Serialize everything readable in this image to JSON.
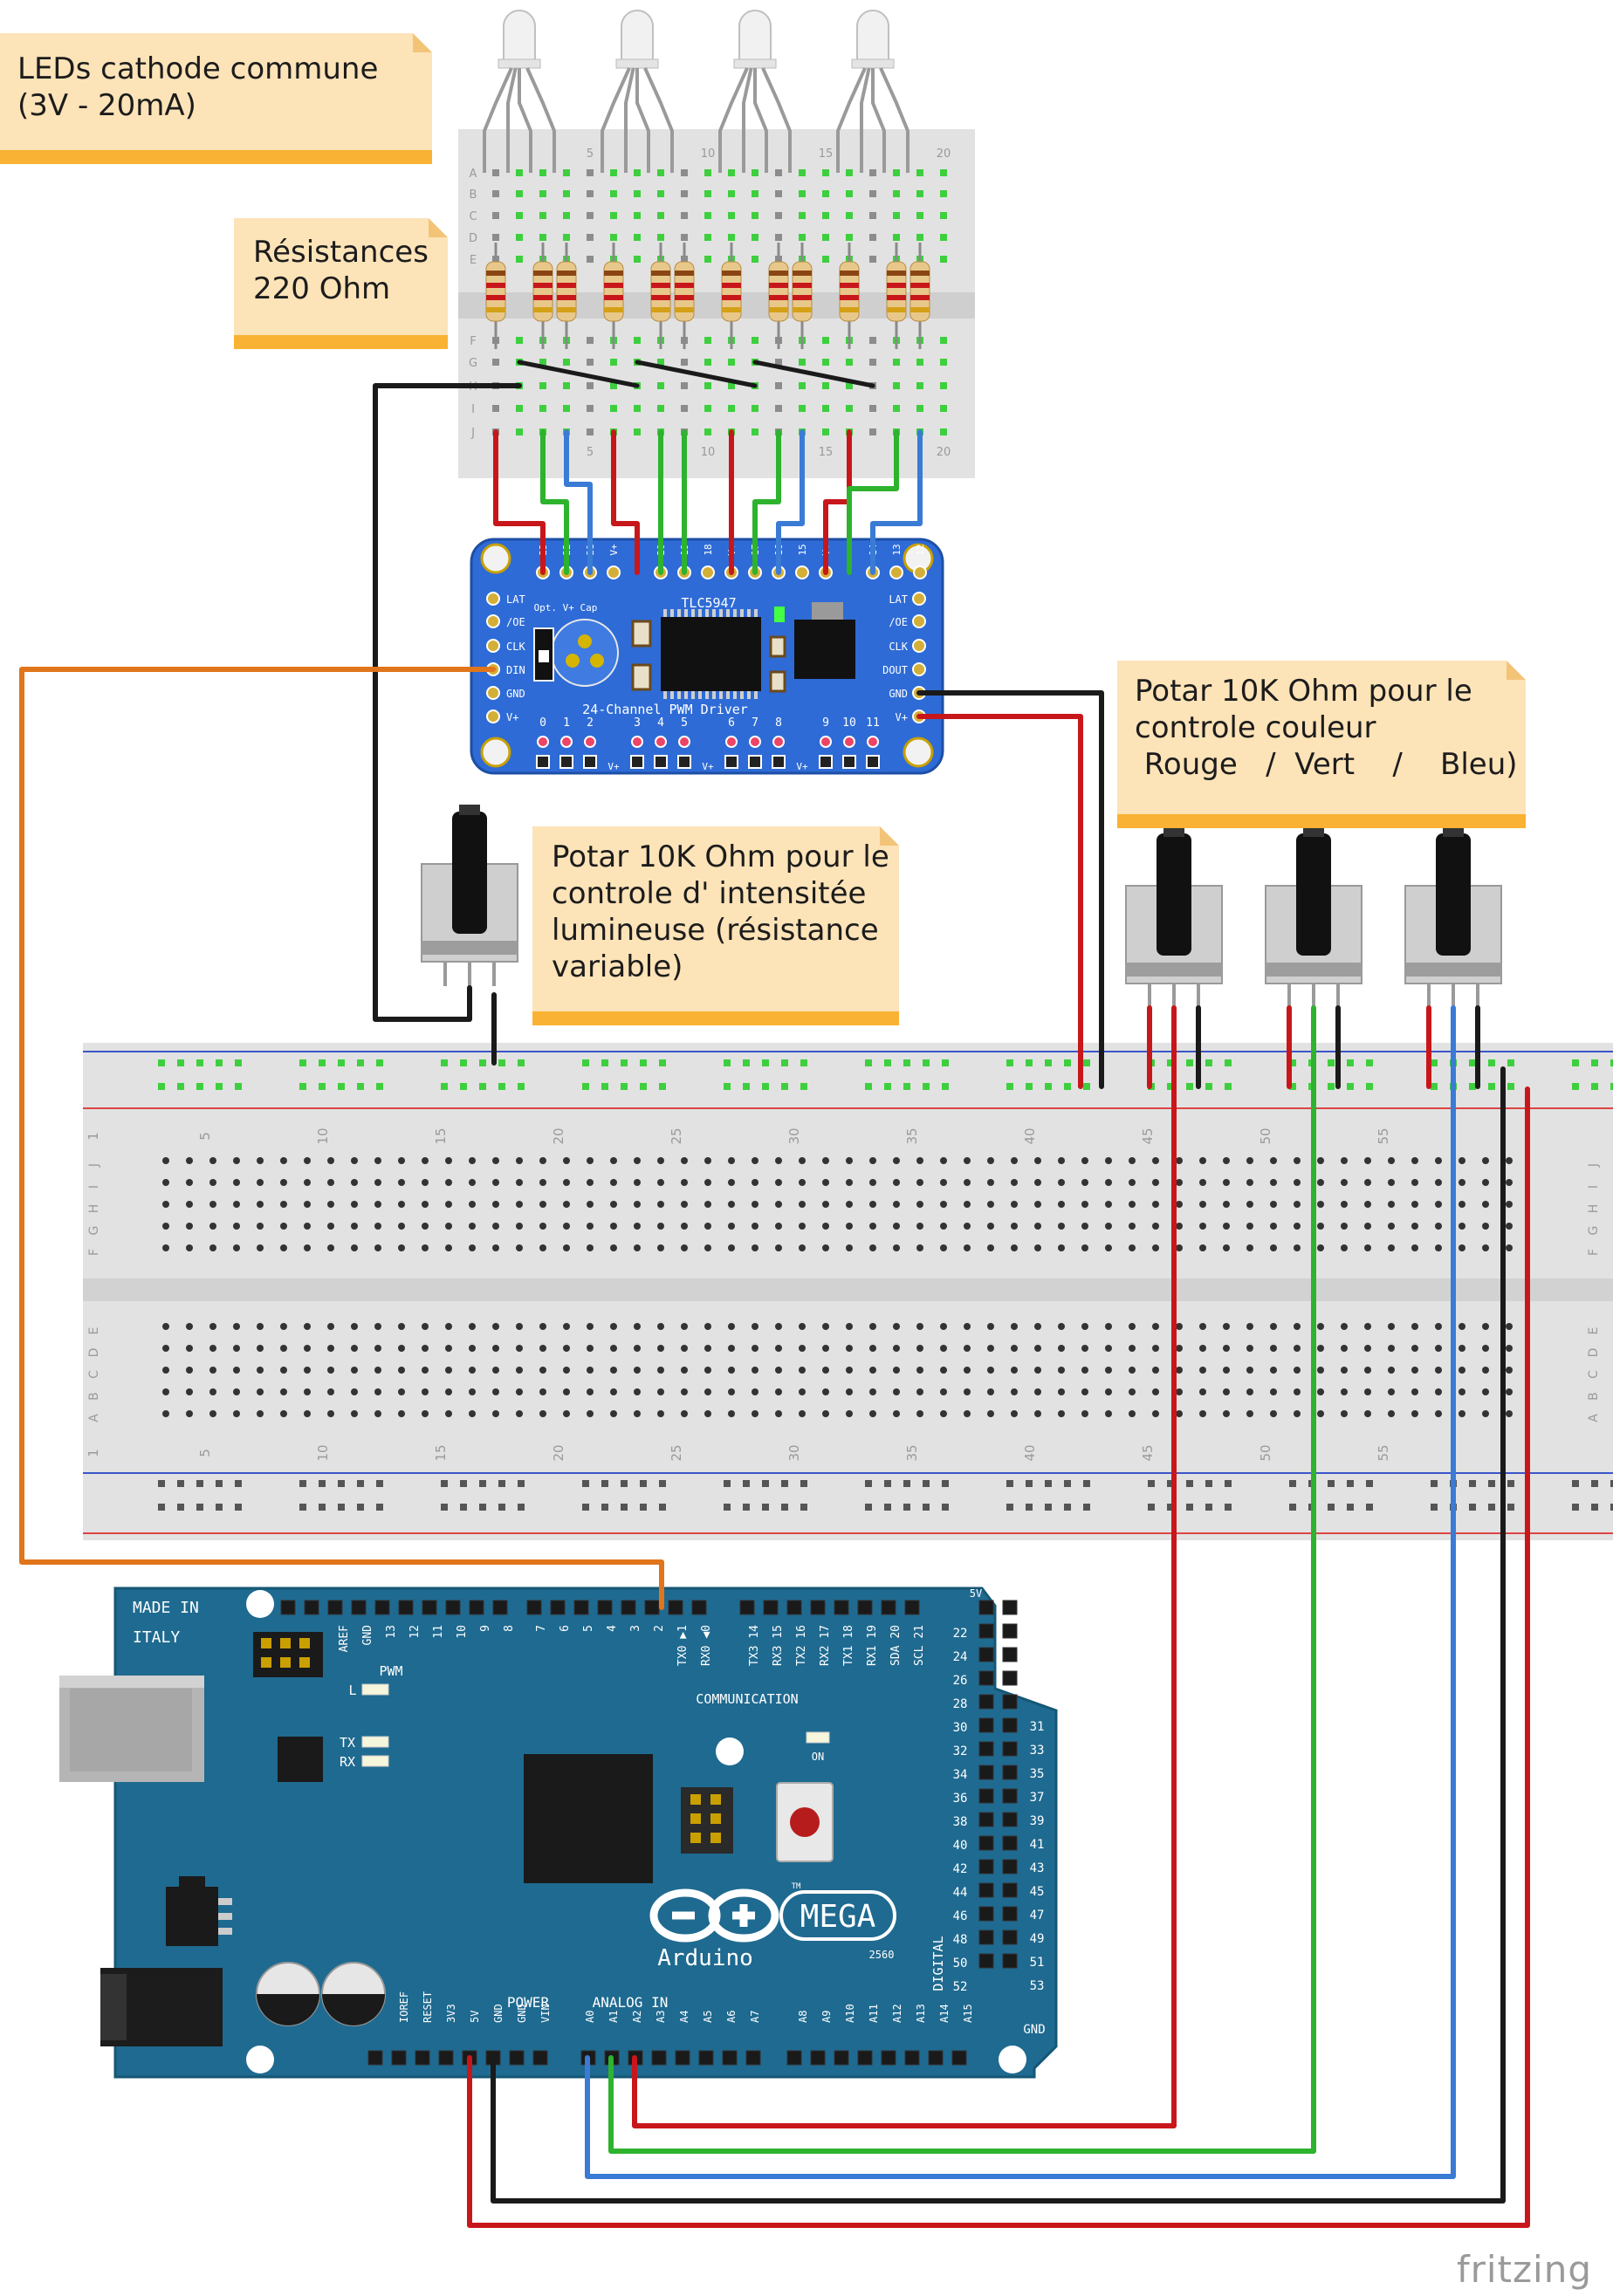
{
  "notes": {
    "leds": [
      "LEDs cathode commune",
      "(3V - 20mA)"
    ],
    "resistors": [
      "Résistances",
      "220 Ohm"
    ],
    "pot_intensity": [
      "Potar 10K Ohm pour le",
      "controle d' intensitée",
      "lumineuse (résistance",
      "variable)"
    ],
    "pot_color": [
      "Potar 10K Ohm pour le",
      "controle couleur",
      " Rouge   /  Vert    /    Bleu)"
    ]
  },
  "breadboard_small": {
    "row_letters_top": [
      "A",
      "B",
      "C",
      "D",
      "E"
    ],
    "row_letters_bottom": [
      "F",
      "G",
      "H",
      "I",
      "J"
    ],
    "col_numbers": [
      "5",
      "10",
      "15",
      "20"
    ]
  },
  "tlc": {
    "title": "TLC5947",
    "subtitle": "24-Channel PWM Driver",
    "cap_label": "Opt. V+ Cap",
    "top_pins": [
      "23",
      "22",
      "21",
      "V+",
      "20",
      "19",
      "18",
      "V+",
      "17",
      "16",
      "15",
      "V+",
      "14",
      "13",
      "12"
    ],
    "bottom_pins": [
      "0",
      "1",
      "2",
      "3",
      "4",
      "5",
      "6",
      "7",
      "8",
      "9",
      "10",
      "11"
    ],
    "left_pins": [
      "LAT",
      "/OE",
      "CLK",
      "DIN",
      "GND",
      "V+"
    ],
    "right_pins": [
      "LAT",
      "/OE",
      "CLK",
      "DOUT",
      "GND",
      "V+"
    ],
    "bottom_vplus": "V+"
  },
  "breadboard_big": {
    "col_numbers": [
      "1",
      "5",
      "10",
      "15",
      "20",
      "25",
      "30",
      "35",
      "40",
      "45",
      "50",
      "55"
    ],
    "row_letters_top": [
      "J",
      "I",
      "H",
      "G",
      "F"
    ],
    "row_letters_bottom": [
      "E",
      "D",
      "C",
      "B",
      "A"
    ]
  },
  "arduino": {
    "made_in": [
      "MADE IN",
      "ITALY"
    ],
    "digital_top": [
      "AREF",
      "GND",
      "13",
      "12",
      "11",
      "10",
      "9",
      "8"
    ],
    "digital_top2": [
      "7",
      "6",
      "5",
      "4",
      "3",
      "2",
      "TX0 ▶1",
      "RX0 ◀0"
    ],
    "comm_pins": [
      "TX3 14",
      "RX3 15",
      "TX2 16",
      "RX2 17",
      "TX1 18",
      "RX1 19",
      "SDA 20",
      "SCL 21"
    ],
    "pwm_label": "PWM",
    "comm_label": "COMMUNICATION",
    "leds": [
      "L",
      "TX",
      "RX"
    ],
    "on_label": "ON",
    "logo_text": "Arduino",
    "mega_text": "MEGA",
    "model": "2560",
    "tm": "TM",
    "digital_label": "DIGITAL",
    "power_label": "POWER",
    "analog_label": "ANALOG IN",
    "power_pins": [
      "IOREF",
      "RESET",
      "3V3",
      "5V",
      "GND",
      "GND",
      "VIN"
    ],
    "analog_pins": [
      "A0",
      "A1",
      "A2",
      "A3",
      "A4",
      "A5",
      "A6",
      "A7",
      "A8",
      "A9",
      "A10",
      "A11",
      "A12",
      "A13",
      "A14",
      "A15"
    ],
    "header_left": [
      "22",
      "24",
      "26",
      "28",
      "30",
      "32",
      "34",
      "36",
      "38",
      "40",
      "42",
      "44",
      "46",
      "48",
      "50",
      "52"
    ],
    "header_right": [
      "31",
      "33",
      "35",
      "37",
      "39",
      "41",
      "43",
      "45",
      "47",
      "49",
      "51",
      "53"
    ],
    "header_5v": "5V",
    "header_gnd": "GND"
  },
  "watermark": "fritzing",
  "colors": {
    "wire_red": "#c8171b",
    "wire_green": "#2db32d",
    "wire_blue": "#3a7bd5",
    "wire_black": "#1a1a1a",
    "wire_orange": "#e0751b",
    "pcb_blue": "#2e6bd6",
    "arduino_teal": "#1f6a90",
    "breadboard": "#e2e2e2",
    "note_bg": "#fde3b8",
    "note_bar": "#f9b233"
  }
}
